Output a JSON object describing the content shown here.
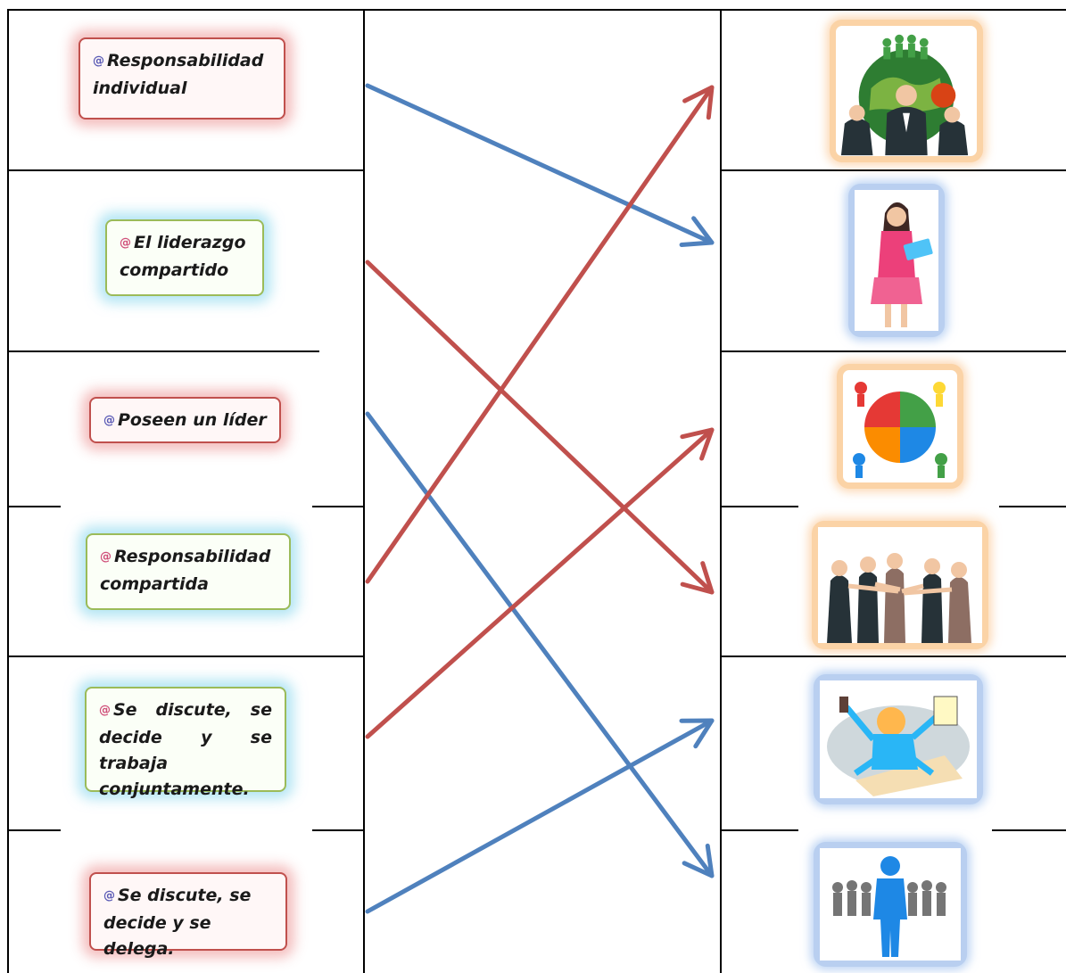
{
  "left_labels": [
    {
      "text": "Responsabilidad individual",
      "style": "red"
    },
    {
      "text": "El liderazgo compartido",
      "style": "green"
    },
    {
      "text": "Poseen un líder",
      "style": "red"
    },
    {
      "text": "Responsabilidad compartida",
      "style": "green"
    },
    {
      "text": "Se discute, se decide y se trabaja conjuntamente.",
      "style": "green"
    },
    {
      "text": "Se discute, se decide y se delega.",
      "style": "red"
    }
  ],
  "bullet_glyph": "@",
  "right_images": [
    {
      "icon": "business-team-globe-icon",
      "frame_color": "orange"
    },
    {
      "icon": "woman-reading-book-icon",
      "frame_color": "blue"
    },
    {
      "icon": "puzzle-circle-figures-icon",
      "frame_color": "orange"
    },
    {
      "icon": "team-hands-together-icon",
      "frame_color": "orange"
    },
    {
      "icon": "busy-multitasking-worker-icon",
      "frame_color": "blue"
    },
    {
      "icon": "leader-in-front-of-crowd-icon",
      "frame_color": "blue"
    }
  ],
  "connections": [
    {
      "from": 0,
      "to": 1,
      "color": "#4f81bd"
    },
    {
      "from": 1,
      "to": 3,
      "color": "#c0504d"
    },
    {
      "from": 2,
      "to": 5,
      "color": "#4f81bd"
    },
    {
      "from": 3,
      "to": 0,
      "color": "#c0504d"
    },
    {
      "from": 4,
      "to": 2,
      "color": "#c0504d"
    },
    {
      "from": 5,
      "to": 4,
      "color": "#4f81bd"
    }
  ],
  "colors": {
    "red_border": "#c0504d",
    "green_border": "#9bbb59",
    "blue_arrow": "#4f81bd",
    "red_arrow": "#c0504d",
    "orange_frame": "#fbd3a6",
    "blue_frame": "#b9cff0"
  }
}
